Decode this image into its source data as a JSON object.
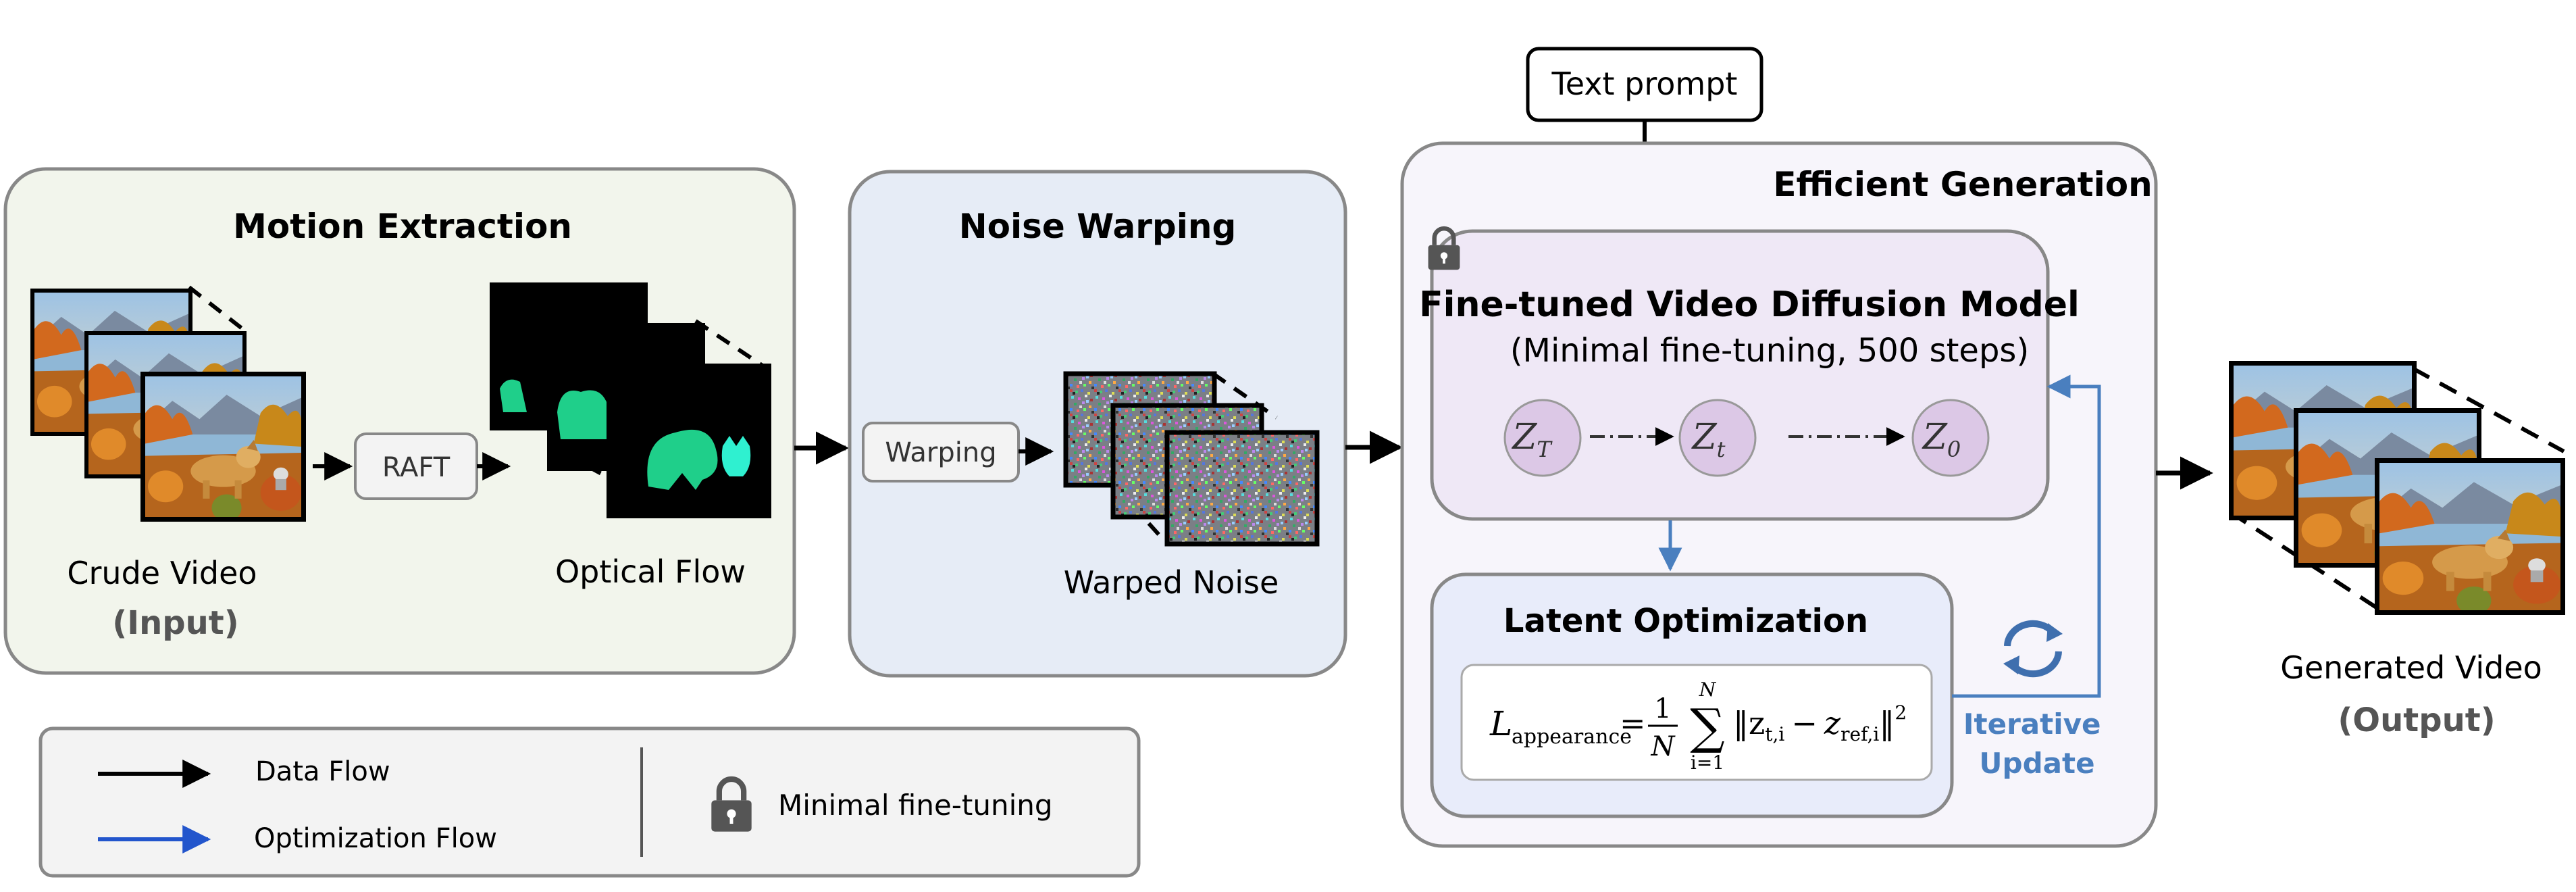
{
  "text_prompt": {
    "label": "Text prompt"
  },
  "motion_extraction": {
    "title": "Motion Extraction",
    "raft_label": "RAFT",
    "crude_video_label": "Crude Video",
    "crude_video_sub": "(Input)",
    "optical_flow_label": "Optical Flow"
  },
  "noise_warping": {
    "title": "Noise Warping",
    "warping_label": "Warping",
    "warped_noise_label": "Warped Noise"
  },
  "efficient_generation": {
    "title": "Efficient Generation",
    "model_title": "Fine-tuned Video Diffusion Model",
    "model_subtitle": "(Minimal fine-tuning, 500 steps)",
    "latents": [
      {
        "base": "Z",
        "sub": "T"
      },
      {
        "base": "Z",
        "sub": "t"
      },
      {
        "base": "Z",
        "sub": "0"
      }
    ],
    "latent_opt_title": "Latent Optimization",
    "iterative_update": [
      "Iterative",
      "Update"
    ],
    "formula": {
      "lhs": "L",
      "lhs_sub": "appearance",
      "eq": "=",
      "frac_num": "1",
      "frac_den": "N",
      "sum": "∑",
      "sum_top": "N",
      "sum_bottom": "i=1",
      "body": "‖z",
      "z_sub": "t,i",
      "minus": "−",
      "z2": "z",
      "z2_sub": "ref,i",
      "close": "‖",
      "power": "2"
    }
  },
  "output": {
    "generated_video_label": "Generated Video",
    "generated_video_sub": "(Output)"
  },
  "legend": {
    "data_flow": "Data Flow",
    "optimization_flow": "Optimization Flow",
    "lock_label": "Minimal fine-tuning"
  },
  "colors": {
    "motion_bg": "#f2f5ec",
    "noise_bg": "#e6ecf6",
    "gen_bg": "#f7f5fb",
    "model_bg": "#efe8f6",
    "latent_opt_bg": "#e8ecfa",
    "latent_circle": "#dcc8e6",
    "blue_arrow": "#4a7fbf",
    "legend_blue": "#2255cc",
    "iterative_text": "#4a7fbf",
    "flow_green": "#1fcf8a",
    "flow_cyan": "#2ff0d0"
  }
}
